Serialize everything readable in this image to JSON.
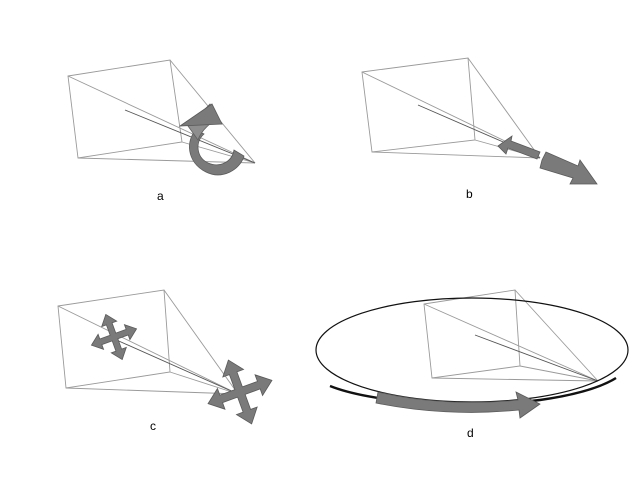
{
  "panels": [
    {
      "id": "a",
      "label": "a",
      "operation": "rotate-icon"
    },
    {
      "id": "b",
      "label": "b",
      "operation": "dolly-icon"
    },
    {
      "id": "c",
      "label": "c",
      "operation": "pan-icon"
    },
    {
      "id": "d",
      "label": "d",
      "operation": "orbit-icon"
    }
  ],
  "colors": {
    "frustum_line": "#9a9a9a",
    "arrow_fill": "#7a7a7a",
    "arrow_stroke": "#5a5a5a",
    "orbit_ellipse": "#111111"
  }
}
